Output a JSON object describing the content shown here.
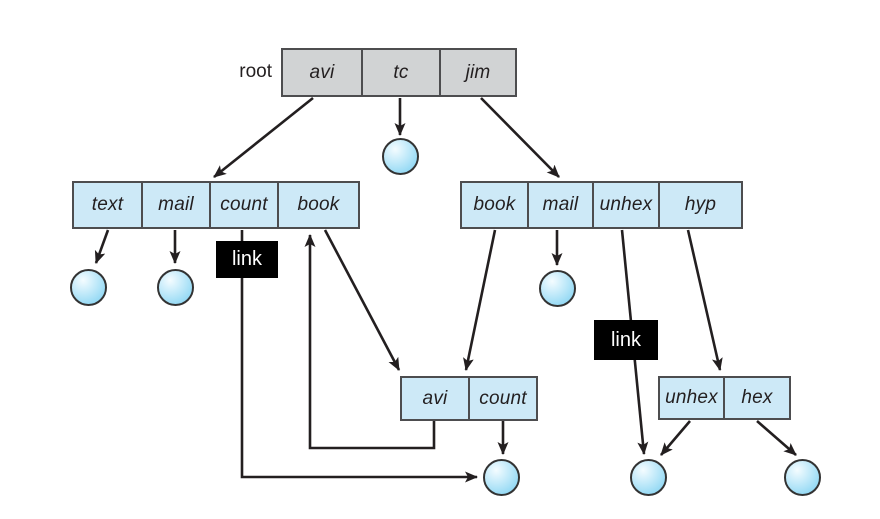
{
  "root_label": "root",
  "link_badges": [
    "link",
    "link"
  ],
  "tables": {
    "root": {
      "cells": [
        "avi",
        "tc",
        "jim"
      ]
    },
    "left": {
      "cells": [
        "text",
        "mail",
        "count",
        "book"
      ]
    },
    "right": {
      "cells": [
        "book",
        "mail",
        "unhex",
        "hyp"
      ]
    },
    "shared": {
      "cells": [
        "avi",
        "count"
      ]
    },
    "bottom_right": {
      "cells": [
        "unhex",
        "hex"
      ]
    }
  },
  "file_icon_count": 7,
  "colors": {
    "root_table_fill": "#d1d3d4",
    "directory_fill": "#cde9f7",
    "table_border": "#4d4d4f",
    "circle_fill": "#9cdcf5",
    "line": "#231f20",
    "link_box_bg": "#000000",
    "link_box_text": "#ffffff",
    "background": "#ffffff"
  }
}
